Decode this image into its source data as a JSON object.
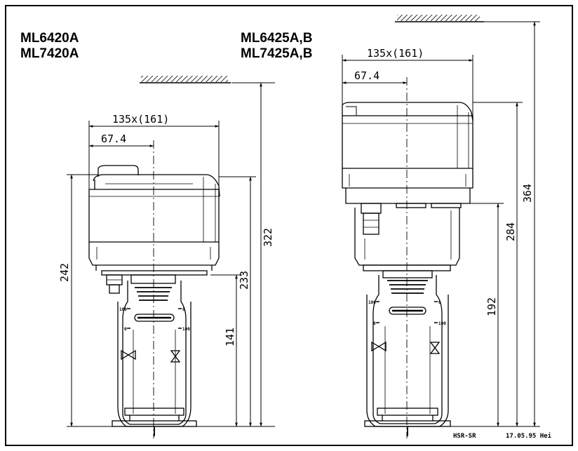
{
  "diagram": {
    "left_models": [
      "ML6420A",
      "ML7420A"
    ],
    "right_models": [
      "ML6425A,B",
      "ML7425A,B"
    ],
    "left_dimensions": {
      "width": "135x(161)",
      "offset": "67.4",
      "height_total": "322",
      "height_body": "242",
      "height_mid": "233",
      "height_lower": "141"
    },
    "right_dimensions": {
      "width": "135x(161)",
      "offset": "67.4",
      "height_total": "364",
      "height_mid": "284",
      "height_lower": "192"
    },
    "scale_labels": {
      "max": "100",
      "min": "0"
    },
    "footer": {
      "code": "HSR-SR",
      "date": "17.05.95 Hei"
    }
  }
}
